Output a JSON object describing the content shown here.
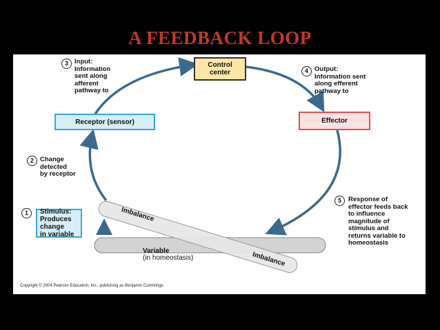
{
  "title": "A FEEDBACK LOOP",
  "diagram": {
    "control_center": "Control\ncenter",
    "receptor": "Receptor (sensor)",
    "effector": "Effector",
    "variable_prefix": "Variable",
    "variable_suffix": "(in homeostasis)",
    "imbalance_top": "Imbalance",
    "imbalance_bottom": "Imbalance",
    "steps": [
      {
        "num": "3",
        "text": "Input:\nInformation\nsent along\nafferent\npathway to"
      },
      {
        "num": "4",
        "text": "Output:\nInformation sent\nalong efferent\npathway to"
      },
      {
        "num": "2",
        "text": "Change\ndetected\nby receptor"
      },
      {
        "num": "1",
        "text": "Stimulus:\nProduces\nchange\nin variable"
      },
      {
        "num": "5",
        "text": "Response of\neffector feeds back\nto influence\nmagnitude of\nstimulus and\nreturns variable to\nhomeostasis"
      }
    ],
    "copyright": "Copyright © 2004 Pearson Education, Inc., publishing as Benjamin Cummings."
  },
  "colors": {
    "title": "#c0392b",
    "control_center_fill": "#fde6a6",
    "receptor_fill": "#d6eef8",
    "receptor_border": "#3aa6d8",
    "effector_fill": "#fde2e2",
    "effector_border": "#d9534f",
    "stimulus_fill": "#d6eef8",
    "stimulus_border": "#3aa6d8",
    "arrow": "#3d6a8c",
    "bar_fill": "#d3d3d3"
  }
}
